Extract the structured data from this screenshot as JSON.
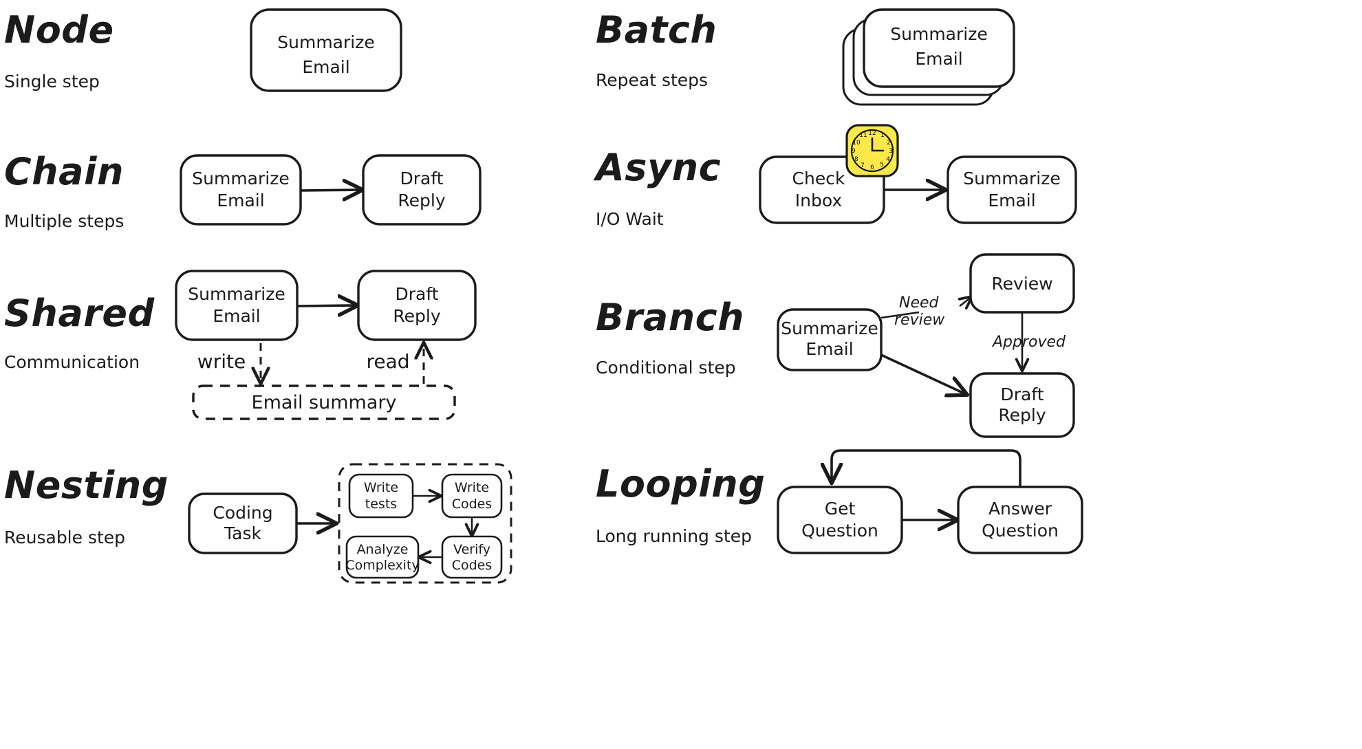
{
  "figure": {
    "title_style": "handwritten-sketch",
    "background_color": "#ffffff",
    "ink_color": "#1b1b1b",
    "accent_color": "#fbe94b"
  },
  "patterns": [
    {
      "key": "node",
      "title": "Node",
      "subtitle": "Single step",
      "nodes": [
        "Summarize Email"
      ],
      "edges": [],
      "edge_labels": []
    },
    {
      "key": "batch",
      "title": "Batch",
      "subtitle": "Repeat steps",
      "nodes": [
        "Summarize Email"
      ],
      "stack_count": 3,
      "edges": [],
      "edge_labels": []
    },
    {
      "key": "chain",
      "title": "Chain",
      "subtitle": "Multiple steps",
      "nodes": [
        "Summarize Email",
        "Draft Reply"
      ],
      "edges": [
        [
          "Summarize Email",
          "Draft Reply"
        ]
      ],
      "edge_labels": []
    },
    {
      "key": "async",
      "title": "Async",
      "subtitle": "I/O Wait",
      "nodes": [
        "Check Inbox",
        "Summarize Email"
      ],
      "edges": [
        [
          "Check Inbox",
          "Summarize Email"
        ]
      ],
      "badge": "clock-icon",
      "edge_labels": []
    },
    {
      "key": "shared",
      "title": "Shared",
      "subtitle": "Communication",
      "nodes": [
        "Summarize Email",
        "Draft Reply"
      ],
      "store": "Email summary",
      "edges": [
        [
          "Summarize Email",
          "Draft Reply"
        ]
      ],
      "edge_labels": [
        "write",
        "read"
      ]
    },
    {
      "key": "branch",
      "title": "Branch",
      "subtitle": "Conditional step",
      "nodes": [
        "Summarize Email",
        "Review",
        "Draft Reply"
      ],
      "edges": [
        [
          "Summarize Email",
          "Review"
        ],
        [
          "Review",
          "Draft Reply"
        ],
        [
          "Summarize Email",
          "Draft Reply"
        ]
      ],
      "edge_labels": [
        "Need review",
        "Approved"
      ]
    },
    {
      "key": "nesting",
      "title": "Nesting",
      "subtitle": "Reusable step",
      "nodes": [
        "Coding Task",
        "Write tests",
        "Write Codes",
        "Verify Codes",
        "Analyze Complexity"
      ],
      "edges": [
        [
          "Coding Task",
          "Write tests"
        ],
        [
          "Write tests",
          "Write Codes"
        ],
        [
          "Write Codes",
          "Verify Codes"
        ],
        [
          "Verify Codes",
          "Analyze Complexity"
        ]
      ],
      "edge_labels": []
    },
    {
      "key": "looping",
      "title": "Looping",
      "subtitle": "Long running step",
      "nodes": [
        "Get Question",
        "Answer Question"
      ],
      "edges": [
        [
          "Get Question",
          "Answer Question"
        ],
        [
          "Answer Question",
          "Get Question"
        ]
      ],
      "edge_labels": []
    }
  ],
  "labels": {
    "node_title": "Node",
    "node_subtitle": "Single step",
    "node_box": [
      "Summarize",
      "Email"
    ],
    "batch_title": "Batch",
    "batch_subtitle": "Repeat steps",
    "batch_box": [
      "Summarize",
      "Email"
    ],
    "chain_title": "Chain",
    "chain_subtitle": "Multiple steps",
    "chain_box1": [
      "Summarize",
      "Email"
    ],
    "chain_box2": [
      "Draft",
      "Reply"
    ],
    "async_title": "Async",
    "async_subtitle": "I/O Wait",
    "async_box1": [
      "Check",
      "Inbox"
    ],
    "async_box2": [
      "Summarize",
      "Email"
    ],
    "async_badge": "clock-icon",
    "shared_title": "Shared",
    "shared_subtitle": "Communication",
    "shared_box1": [
      "Summarize",
      "Email"
    ],
    "shared_box2": [
      "Draft",
      "Reply"
    ],
    "shared_write": "write",
    "shared_read": "read",
    "shared_store": "Email summary",
    "branch_title": "Branch",
    "branch_subtitle": "Conditional step",
    "branch_box1": [
      "Summarize",
      "Email"
    ],
    "branch_box2": [
      "Review"
    ],
    "branch_box3": [
      "Draft",
      "Reply"
    ],
    "branch_label1a": "Need",
    "branch_label1b": "review",
    "branch_label2": "Approved",
    "nesting_title": "Nesting",
    "nesting_subtitle": "Reusable step",
    "nesting_box1": [
      "Coding",
      "Task"
    ],
    "nesting_box2": [
      "Write",
      "tests"
    ],
    "nesting_box3": [
      "Write",
      "Codes"
    ],
    "nesting_box4": [
      "Verify",
      "Codes"
    ],
    "nesting_box5": [
      "Analyze",
      "Complexity"
    ],
    "looping_title": "Looping",
    "looping_subtitle": "Long running step",
    "looping_box1": [
      "Get",
      "Question"
    ],
    "looping_box2": [
      "Answer",
      "Question"
    ]
  },
  "clock": {
    "numerals": [
      "12",
      "1",
      "2",
      "3",
      "4",
      "5",
      "6",
      "7",
      "8",
      "9",
      "10",
      "11"
    ],
    "hour_hand": 12,
    "minute_hand": 3
  }
}
